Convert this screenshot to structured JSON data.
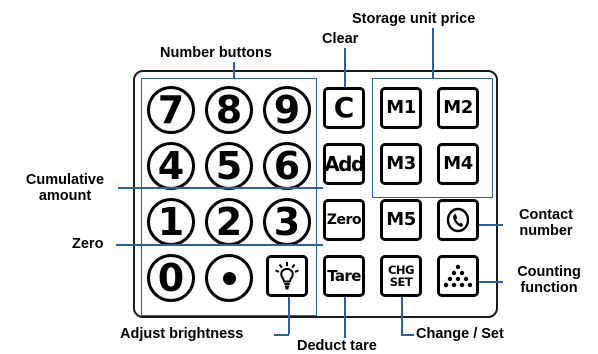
{
  "colors": {
    "leader": "#2b5fa8",
    "key_border": "#000000",
    "panel_border": "#1a1a1a"
  },
  "keys": {
    "k7": "7",
    "k8": "8",
    "k9": "9",
    "k4": "4",
    "k5": "5",
    "k6": "6",
    "k1": "1",
    "k2": "2",
    "k3": "3",
    "k0": "0",
    "clear": "C",
    "add": "Add",
    "zero": "Zero",
    "tare": "Tare",
    "m1": "M1",
    "m2": "M2",
    "m3": "M3",
    "m4": "M4",
    "m5": "M5",
    "chg_line1": "CHG",
    "chg_line2": "SET"
  },
  "icons": {
    "decimal": "decimal-point-dot",
    "contact": "phone-handset-icon",
    "brightness": "light-bulb-icon",
    "counting": "dot-triangle-icon"
  },
  "labels": {
    "number_buttons": "Number buttons",
    "clear": "Clear",
    "storage_unit_price": "Storage unit price",
    "cumulative_amount_line1": "Cumulative",
    "cumulative_amount_line2": "amount",
    "zero": "Zero",
    "contact_number_line1": "Contact",
    "contact_number_line2": "number",
    "counting_function_line1": "Counting",
    "counting_function_line2": "function",
    "adjust_brightness": "Adjust brightness",
    "deduct_tare": "Deduct tare",
    "change_set": "Change / Set"
  }
}
